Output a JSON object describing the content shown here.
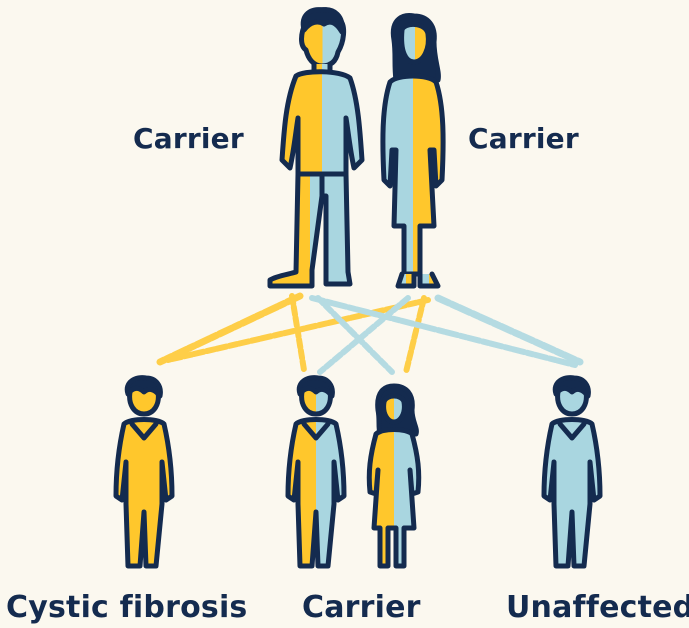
{
  "colors": {
    "yellow": "#ffc72c",
    "blue": "#a9d6e0",
    "outline": "#142b4f",
    "background": "#fbf8ef"
  },
  "labels": {
    "parent_left": "Carrier",
    "parent_right": "Carrier",
    "child_left": "Cystic fibrosis",
    "child_middle": "Carrier",
    "child_right": "Unaffected"
  }
}
